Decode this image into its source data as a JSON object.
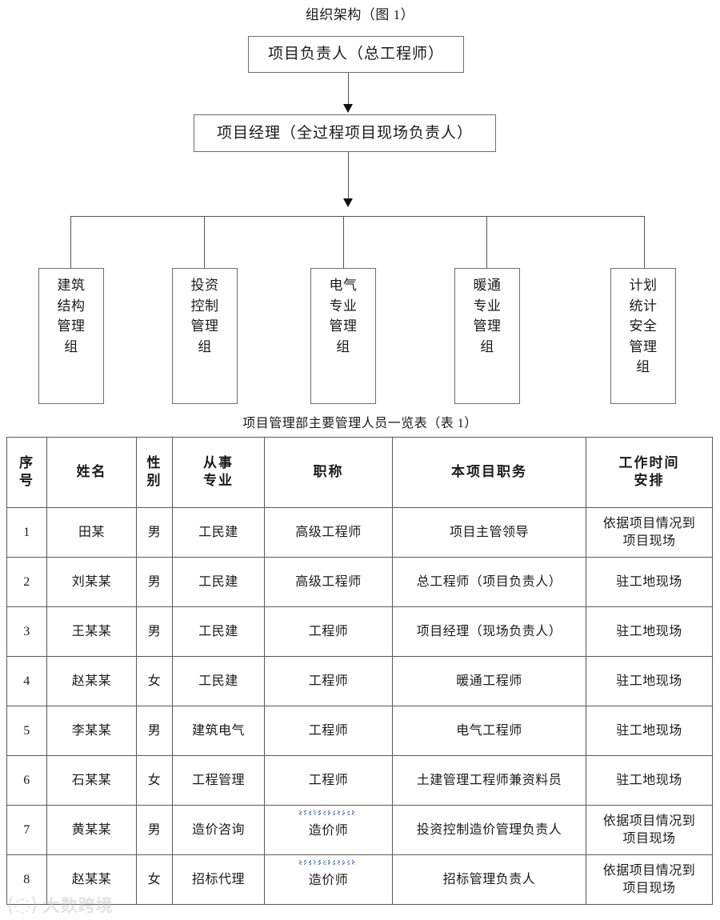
{
  "org_chart": {
    "title": "组织架构（图 1）",
    "nodes": {
      "lead": "项目负责人（总工程师）",
      "project_manager": "项目经理（全过程项目现场负责人）"
    },
    "groups": [
      {
        "lines": [
          "建筑",
          "结构",
          "管理",
          "组"
        ]
      },
      {
        "lines": [
          "投资",
          "控制",
          "管理",
          "组"
        ]
      },
      {
        "lines": [
          "电气",
          "专业",
          "管理",
          "组"
        ]
      },
      {
        "lines": [
          "暖通",
          "专业",
          "管理",
          "组"
        ]
      },
      {
        "lines": [
          "计划",
          "统计",
          "安全",
          "管理",
          "组"
        ]
      }
    ]
  },
  "roster_table": {
    "caption": "项目管理部主要管理人员一览表（表 1）",
    "headers": [
      {
        "lines": [
          "序",
          "号"
        ]
      },
      {
        "lines": [
          "姓名"
        ]
      },
      {
        "lines": [
          "性",
          "别"
        ]
      },
      {
        "lines": [
          "从事",
          "专业"
        ]
      },
      {
        "lines": [
          "职称"
        ]
      },
      {
        "lines": [
          "本项目职务"
        ]
      },
      {
        "lines": [
          "工作时间",
          "安排"
        ]
      }
    ],
    "rows": [
      {
        "index": "1",
        "name": "田某",
        "sex": "男",
        "major": "工民建",
        "title": "高级工程师",
        "title_flagged": false,
        "role": "项目主管领导",
        "schedule": [
          "依据项目情况到",
          "项目现场"
        ]
      },
      {
        "index": "2",
        "name": "刘某某",
        "sex": "男",
        "major": "工民建",
        "title": "高级工程师",
        "title_flagged": false,
        "role": "总工程师（项目负责人）",
        "schedule": [
          "驻工地现场"
        ]
      },
      {
        "index": "3",
        "name": "王某某",
        "sex": "男",
        "major": "工民建",
        "title": "工程师",
        "title_flagged": false,
        "role": "项目经理（现场负责人）",
        "schedule": [
          "驻工地现场"
        ]
      },
      {
        "index": "4",
        "name": "赵某某",
        "sex": "女",
        "major": "工民建",
        "title": "工程师",
        "title_flagged": false,
        "role": "暖通工程师",
        "schedule": [
          "驻工地现场"
        ]
      },
      {
        "index": "5",
        "name": "李某某",
        "sex": "男",
        "major": "建筑电气",
        "title": "工程师",
        "title_flagged": false,
        "role": "电气工程师",
        "schedule": [
          "驻工地现场"
        ]
      },
      {
        "index": "6",
        "name": "石某某",
        "sex": "女",
        "major": "工程管理",
        "title": "工程师",
        "title_flagged": false,
        "role": "土建管理工程师兼资料员",
        "schedule": [
          "驻工地现场"
        ]
      },
      {
        "index": "7",
        "name": "黄某某",
        "sex": "男",
        "major": "造价咨询",
        "title": "造价师",
        "title_flagged": true,
        "role": "投资控制造价管理负责人",
        "schedule": [
          "依据项目情况到",
          "项目现场"
        ]
      },
      {
        "index": "8",
        "name": "赵某某",
        "sex": "女",
        "major": "招标代理",
        "title": "造价师",
        "title_flagged": true,
        "role": "招标管理负责人",
        "schedule": [
          "依据项目情况到",
          "项目现场"
        ]
      }
    ]
  },
  "watermark": {
    "text": "大数跨境",
    "mark": "⟨◌⟩"
  },
  "colors": {
    "border": "#585858",
    "node_border": "#6e6e6e",
    "connector": "#555555",
    "squiggle": "#4a76b8",
    "text": "#1a1a1a"
  }
}
